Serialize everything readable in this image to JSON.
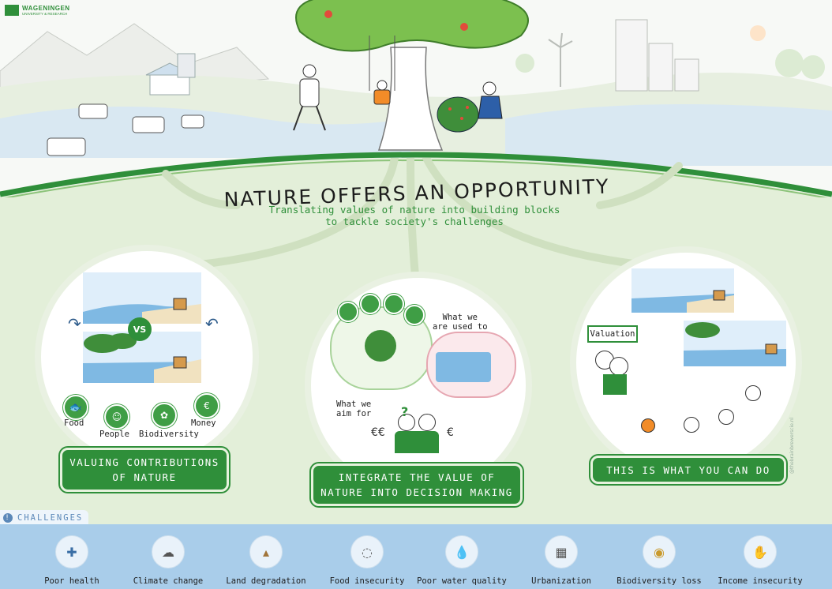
{
  "brand": {
    "name": "WAGENINGEN",
    "sub": "UNIVERSITY & RESEARCH",
    "color": "#2f8f3a"
  },
  "title": {
    "main": "NATURE OFFERS AN OPPORTUNITY",
    "sub_line1": "Translating values of nature into building blocks",
    "sub_line2": "to tackle society's challenges"
  },
  "panel1": {
    "vs": "VS",
    "contributions": [
      "Food",
      "People",
      "Biodiversity",
      "Money"
    ],
    "button": "VALUING CONTRIBUTIONS\nOF NATURE"
  },
  "panel2": {
    "used_to": "What we\nare used to",
    "aim_for": "What we\naim for",
    "button": "INTEGRATE THE VALUE OF\nNATURE INTO DECISION MAKING"
  },
  "panel3": {
    "valuation": "Valuation",
    "button": "THIS IS WHAT YOU CAN DO"
  },
  "challenges": {
    "tab": "CHALLENGES",
    "items": [
      {
        "label": "Poor health",
        "icon": "medical-kit-icon"
      },
      {
        "label": "Climate change",
        "icon": "storm-cloud-icon"
      },
      {
        "label": "Land degradation",
        "icon": "dry-land-icon"
      },
      {
        "label": "Food insecurity",
        "icon": "broken-plate-icon"
      },
      {
        "label": "Poor water quality",
        "icon": "water-drop-icon"
      },
      {
        "label": "Urbanization",
        "icon": "city-buildings-icon"
      },
      {
        "label": "Biodiversity loss",
        "icon": "bee-icon"
      },
      {
        "label": "Income insecurity",
        "icon": "hand-money-icon"
      }
    ]
  },
  "credit": "@thebrainbrewerscie.nl",
  "colors": {
    "green": "#2f8f3a",
    "water": "#a9cdea",
    "ground": "#e3efd9"
  }
}
